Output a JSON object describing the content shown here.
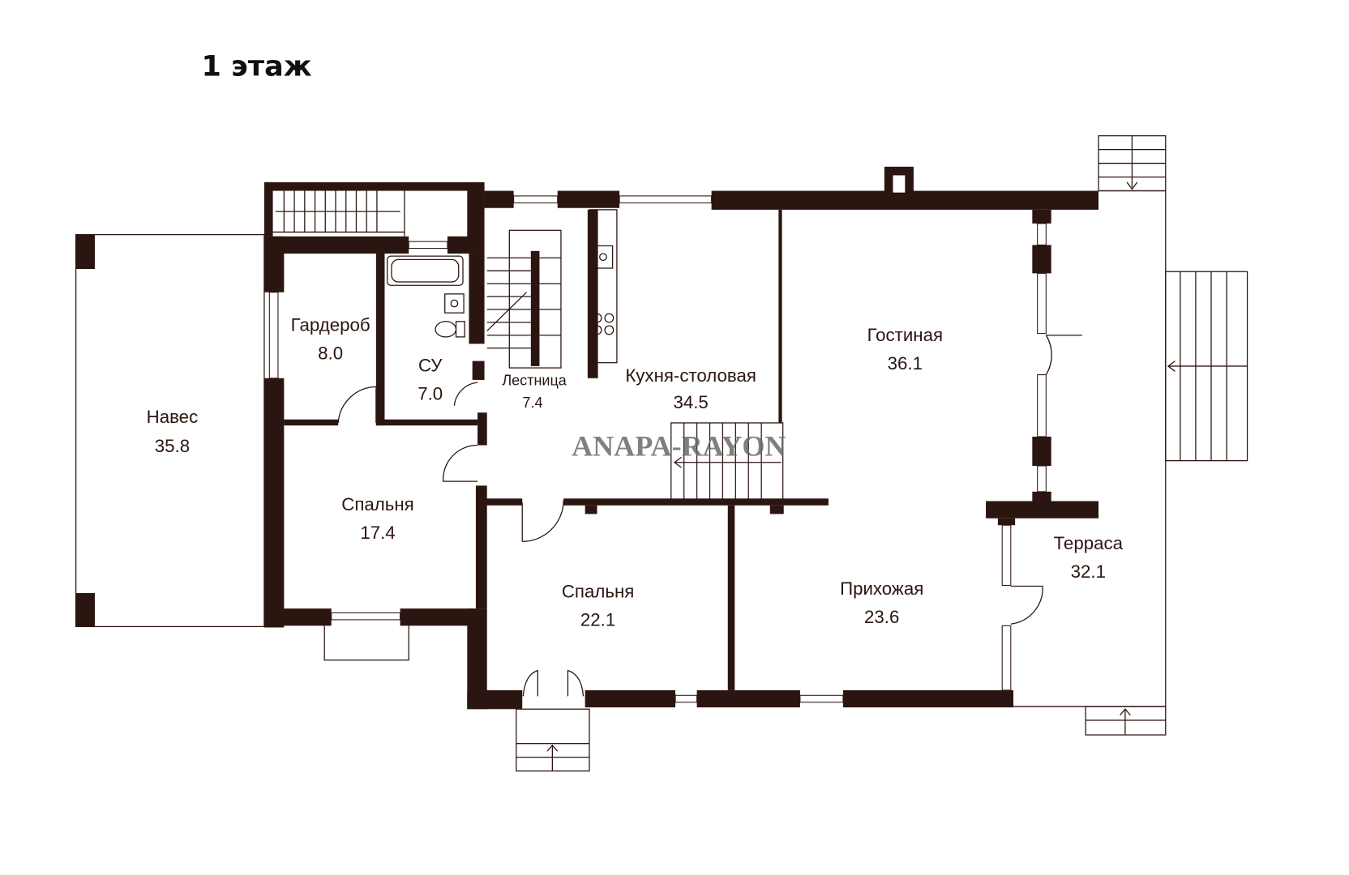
{
  "title": "1 этаж",
  "watermark": "ANAPA-RAYON",
  "wall_color": "#2b1510",
  "rooms": [
    {
      "name": "Навес",
      "area": "35.8"
    },
    {
      "name": "Гардероб",
      "area": "8.0"
    },
    {
      "name": "СУ",
      "area": "7.0"
    },
    {
      "name": "Лестница",
      "area": "7.4"
    },
    {
      "name": "Кухня-столовая",
      "area": "34.5"
    },
    {
      "name": "Гостиная",
      "area": "36.1"
    },
    {
      "name": "Спальня",
      "area": "17.4"
    },
    {
      "name": "Спальня",
      "area": "22.1"
    },
    {
      "name": "Прихожая",
      "area": "23.6"
    },
    {
      "name": "Терраса",
      "area": "32.1"
    }
  ]
}
